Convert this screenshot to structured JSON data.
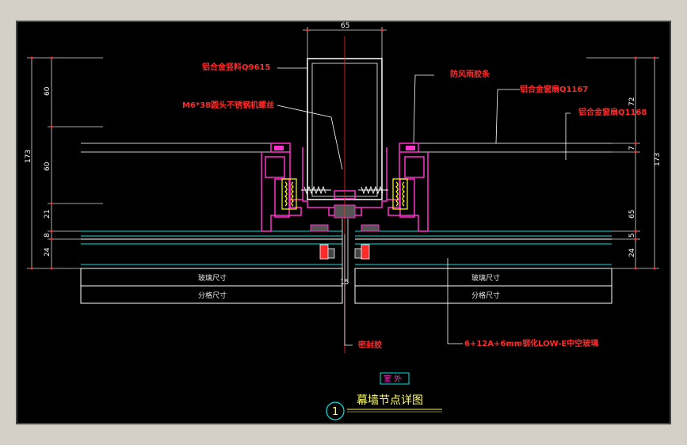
{
  "labels": {
    "mullion": "铝合金竖料Q9615",
    "screw": "M6*38圆头不锈钢机螺丝",
    "weather_strip": "防风雨胶条",
    "sash1": "铝合金窗扇Q1167",
    "sash2": "铝合金窗扇Q1168",
    "glass_size_left": "玻璃尺寸",
    "glass_size_right": "玻璃尺寸",
    "grid_size_left": "分格尺寸",
    "grid_size_right": "分格尺寸",
    "sealant": "密封胶",
    "glass_spec": "6+12A+6mm钢化LOW-E中空玻璃",
    "outside": "室 外",
    "title": "幕墙节点详图",
    "number": "1"
  },
  "dimensions": {
    "top": "65",
    "gap": "15",
    "left": [
      "60",
      "60",
      "21",
      "8",
      "24"
    ],
    "left_total": "173",
    "right": [
      "72",
      "7",
      "65",
      "5",
      "24"
    ],
    "right_total": "173"
  },
  "colors": {
    "red": "#ff2a2a",
    "magenta": "#ff33cc",
    "yellow": "#ffff00",
    "cyan": "#00e5e5",
    "white": "#ffffff"
  }
}
